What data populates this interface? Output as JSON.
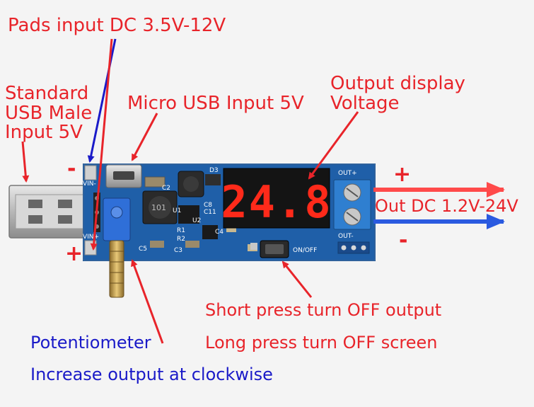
{
  "labels": {
    "pads_input": "Pads input DC 3.5V-12V",
    "usb_male_line1": "Standard",
    "usb_male_line2": "USB Male",
    "usb_male_line3": "Input 5V",
    "micro_usb": "Micro USB Input 5V",
    "output_display_line1": "Output display",
    "output_display_line2": "Voltage",
    "out_dc": "Out DC 1.2V-24V",
    "short_press": "Short press turn OFF output",
    "long_press": "Long press turn OFF screen",
    "potentiometer": "Potentiometer",
    "increase": "Increase output at clockwise",
    "minus_in": "-",
    "plus_in": "+",
    "plus_out": "+",
    "minus_out": "-"
  },
  "board": {
    "display_value": "24.8",
    "silk_out_plus": "OUT+",
    "silk_out_minus": "OUT-",
    "silk_onoff": "ON/OFF",
    "silk_vin_minus": "VIN-",
    "silk_vin_plus": "VIN+",
    "silk_d3": "D3",
    "silk_c2": "C2",
    "silk_c8": "C8",
    "silk_c11": "C11",
    "silk_c3": "C3",
    "silk_c4": "C4",
    "silk_c5": "C5",
    "silk_r1": "R1",
    "silk_r2": "R2",
    "silk_u1": "U1",
    "silk_u2": "U2",
    "inductor_marking": "101"
  },
  "colors": {
    "annotation_red": "#e8242a",
    "annotation_blue": "#1a1ac8",
    "pcb_blue": "#1f5fa8",
    "display_red": "#ff2a1a",
    "terminal_blue": "#2f7fd0"
  }
}
